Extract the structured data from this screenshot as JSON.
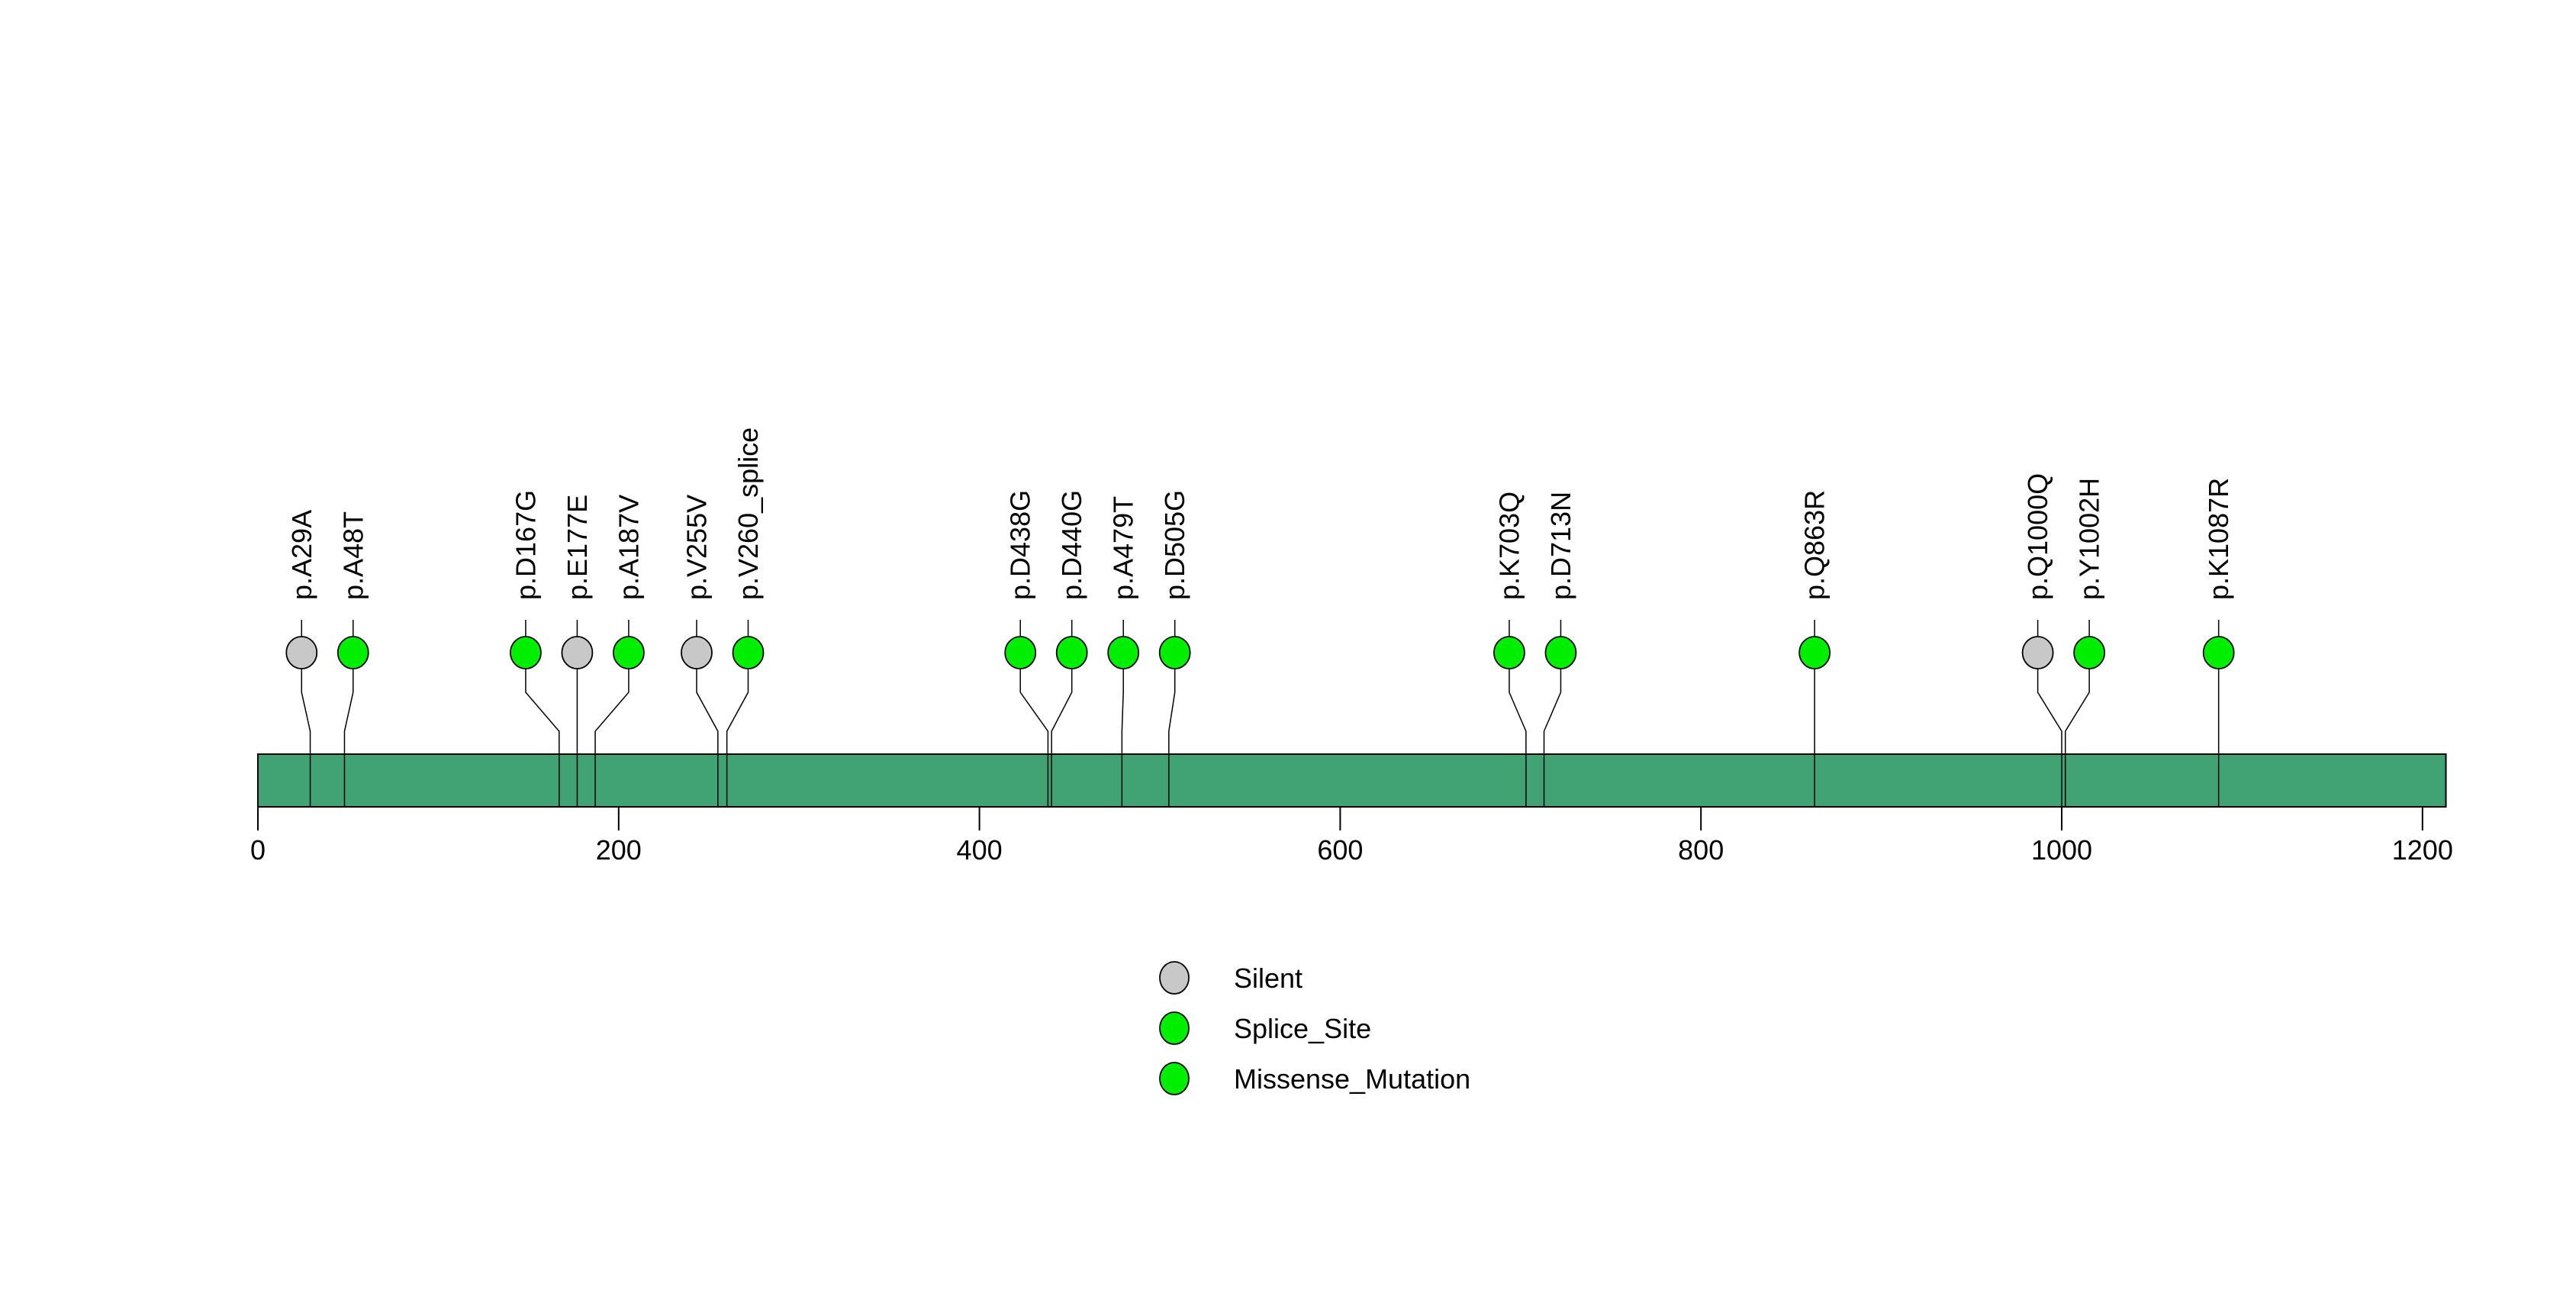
{
  "chart_data": {
    "type": "lollipop",
    "title": "",
    "xlabel": "",
    "ylabel": "",
    "axis": {
      "tick_values": [
        0,
        200,
        400,
        600,
        800,
        1000,
        1200
      ],
      "xlim": [
        0,
        1213
      ]
    },
    "protein_bar": {
      "start": 0,
      "end": 1213,
      "color": "#41A274",
      "border_color": "#000000"
    },
    "mutation_type_colors": {
      "Silent": "#C8C8C8",
      "Splice_Site": "#00EE00",
      "Missense_Mutation": "#00EE00"
    },
    "mutations": [
      {
        "label": "p.A29A",
        "pos": 29,
        "type": "Silent"
      },
      {
        "label": "p.A48T",
        "pos": 48,
        "type": "Missense_Mutation"
      },
      {
        "label": "p.D167G",
        "pos": 167,
        "type": "Missense_Mutation"
      },
      {
        "label": "p.E177E",
        "pos": 177,
        "type": "Silent"
      },
      {
        "label": "p.A187V",
        "pos": 187,
        "type": "Missense_Mutation"
      },
      {
        "label": "p.V255V",
        "pos": 255,
        "type": "Silent"
      },
      {
        "label": "p.V260_splice",
        "pos": 260,
        "type": "Splice_Site"
      },
      {
        "label": "p.D438G",
        "pos": 438,
        "type": "Missense_Mutation"
      },
      {
        "label": "p.D440G",
        "pos": 440,
        "type": "Missense_Mutation"
      },
      {
        "label": "p.A479T",
        "pos": 479,
        "type": "Missense_Mutation"
      },
      {
        "label": "p.D505G",
        "pos": 505,
        "type": "Missense_Mutation"
      },
      {
        "label": "p.K703Q",
        "pos": 703,
        "type": "Missense_Mutation"
      },
      {
        "label": "p.D713N",
        "pos": 713,
        "type": "Missense_Mutation"
      },
      {
        "label": "p.Q863R",
        "pos": 863,
        "type": "Missense_Mutation"
      },
      {
        "label": "p.Q1000Q",
        "pos": 1000,
        "type": "Silent"
      },
      {
        "label": "p.Y1002H",
        "pos": 1002,
        "type": "Missense_Mutation"
      },
      {
        "label": "p.K1087R",
        "pos": 1087,
        "type": "Missense_Mutation"
      }
    ],
    "legend": {
      "position": "bottom-center",
      "entries": [
        {
          "label": "Silent",
          "color": "#C8C8C8"
        },
        {
          "label": "Splice_Site",
          "color": "#00EE00"
        },
        {
          "label": "Missense_Mutation",
          "color": "#00EE00"
        }
      ]
    },
    "grid": false
  }
}
